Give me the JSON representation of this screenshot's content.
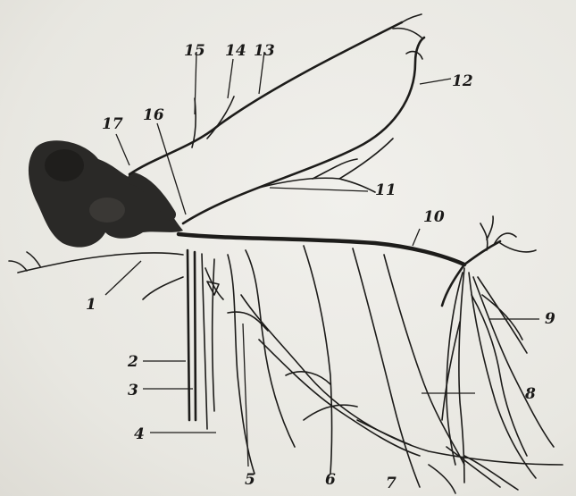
{
  "figure": {
    "labels": [
      {
        "id": "l1",
        "text": "1"
      },
      {
        "id": "l2",
        "text": "2"
      },
      {
        "id": "l3",
        "text": "3"
      },
      {
        "id": "l4",
        "text": "4"
      },
      {
        "id": "l5",
        "text": "5"
      },
      {
        "id": "l6",
        "text": "6"
      },
      {
        "id": "l7",
        "text": "7"
      },
      {
        "id": "l8",
        "text": "8"
      },
      {
        "id": "l9",
        "text": "9"
      },
      {
        "id": "l10",
        "text": "10"
      },
      {
        "id": "l11",
        "text": "11"
      },
      {
        "id": "l12",
        "text": "12"
      },
      {
        "id": "l13",
        "text": "13"
      },
      {
        "id": "l14",
        "text": "14"
      },
      {
        "id": "l15",
        "text": "15"
      },
      {
        "id": "l16",
        "text": "16"
      },
      {
        "id": "l17",
        "text": "17"
      }
    ],
    "colors": {
      "ink": "#1d1c1a",
      "paper": "#ecebe6",
      "mass": "#2a2927"
    }
  }
}
